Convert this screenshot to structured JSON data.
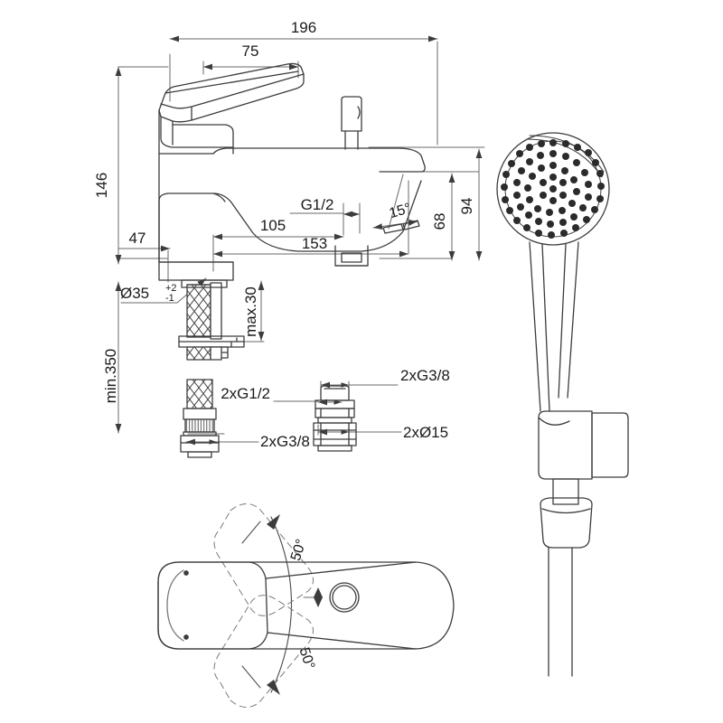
{
  "drawing": {
    "title": "Bath shower mixer technical dimension drawing",
    "line_color": "#3c3c3c",
    "dim_line_color": "#6a6a6a",
    "text_color": "#1a1a1a",
    "background": "#ffffff"
  },
  "dimensions": {
    "overall_length": "196",
    "handle_length": "75",
    "overall_height": "146",
    "base_width": "47",
    "spout_mid": "105",
    "spout_length": "153",
    "thread_outlet": "G1/2",
    "outlet_angle": "15°",
    "handset_height_lower": "68",
    "handset_height_upper": "94",
    "max_thickness": "max.30",
    "hole_diameter": "Ø35",
    "hole_tol_plus": "+2",
    "hole_tol_minus": "-1",
    "min_hose_length": "min.350",
    "hose_thread": "2xG3/8",
    "fitting_thread_outlet": "2xG3/8",
    "fitting_thread_inlet": "2xG1/2",
    "fitting_pipe_diameter": "2xØ15",
    "swivel_angle_upper": "50°",
    "swivel_angle_lower": "50°"
  },
  "views": {
    "elevation": "side elevation of bath shower mixer",
    "hose_detail": "flexible braided connection hose",
    "fitting_detail": "eccentric union connector",
    "plan": "top plan view showing handle swivel range",
    "handset": "hand shower with hose and wall bracket"
  }
}
